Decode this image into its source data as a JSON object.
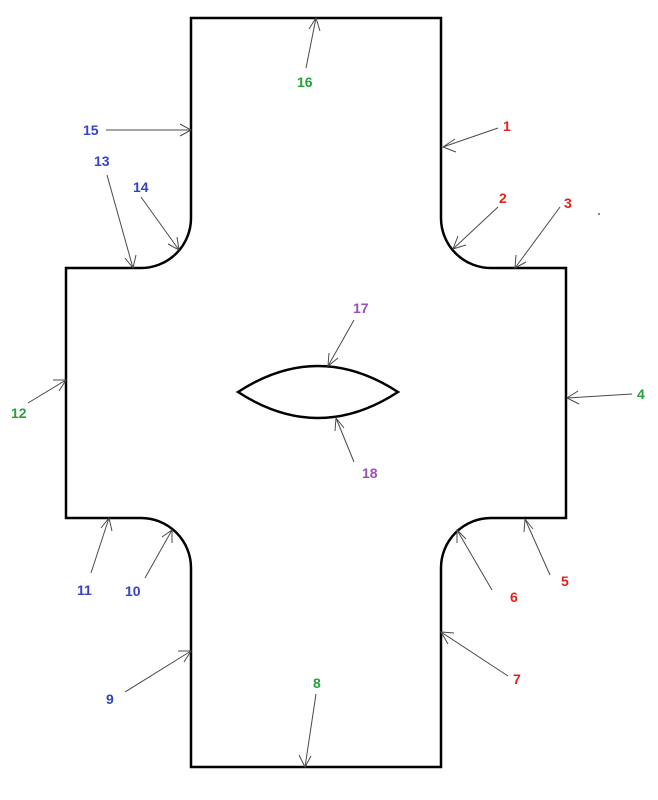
{
  "colors": {
    "red": "#e2211c",
    "green": "#22a23a",
    "blue": "#3344c8",
    "purple": "#9b4fb4",
    "outline": "#000000",
    "arrow": "#4a4a4a"
  },
  "labels": [
    {
      "id": "1",
      "text": "1",
      "color": "red"
    },
    {
      "id": "2",
      "text": "2",
      "color": "red"
    },
    {
      "id": "3",
      "text": "3",
      "color": "red"
    },
    {
      "id": "4",
      "text": "4",
      "color": "green"
    },
    {
      "id": "5",
      "text": "5",
      "color": "red"
    },
    {
      "id": "6",
      "text": "6",
      "color": "red"
    },
    {
      "id": "7",
      "text": "7",
      "color": "red"
    },
    {
      "id": "8",
      "text": "8",
      "color": "green"
    },
    {
      "id": "9",
      "text": "9",
      "color": "blue"
    },
    {
      "id": "10",
      "text": "10",
      "color": "blue"
    },
    {
      "id": "11",
      "text": "11",
      "color": "blue"
    },
    {
      "id": "12",
      "text": "12",
      "color": "green"
    },
    {
      "id": "13",
      "text": "13",
      "color": "blue"
    },
    {
      "id": "14",
      "text": "14",
      "color": "blue"
    },
    {
      "id": "15",
      "text": "15",
      "color": "blue"
    },
    {
      "id": "16",
      "text": "16",
      "color": "green"
    },
    {
      "id": "17",
      "text": "17",
      "color": "purple"
    },
    {
      "id": "18",
      "text": "18",
      "color": "purple"
    }
  ]
}
